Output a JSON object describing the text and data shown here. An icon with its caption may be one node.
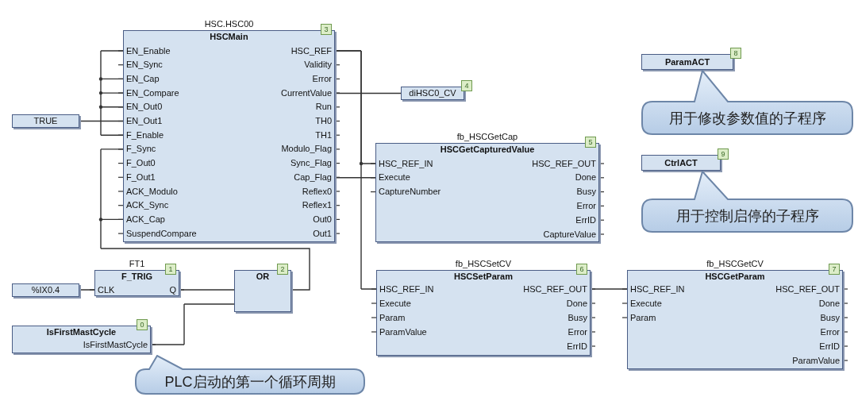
{
  "diagram": {
    "nodes": [
      {
        "text": [
          "HSC.HSC00",
          "HSCMain",
          "EN_Enable",
          "EN_Sync",
          "EN_Cap",
          "EN_Compare",
          "EN_Out0",
          "EN_Out1",
          "F_Enable",
          "F_Sync",
          "F_Out0",
          "F_Out1",
          "ACK_Modulo",
          "ACK_Sync",
          "ACK_Cap",
          "SuspendCompare",
          "HSC_REF",
          "Validity",
          "Error",
          "CurrentValue",
          "Run",
          "TH0",
          "TH1",
          "Modulo_Flag",
          "Sync_Flag",
          "Cap_Flag",
          "Reflex0",
          "Reflex1",
          "Out0",
          "Out1"
        ]
      },
      {
        "text": [
          "3"
        ]
      },
      {
        "text": [
          "TRUE"
        ]
      },
      {
        "text": [
          "diHSC0_CV"
        ]
      },
      {
        "text": [
          "4"
        ]
      },
      {
        "text": [
          "fb_HSCGetCap",
          "HSCGetCapturedValue",
          "HSC_REF_IN",
          "Execute",
          "CaptureNumber",
          "HSC_REF_OUT",
          "Done",
          "Busy",
          "Error",
          "ErrID",
          "CaptureValue"
        ]
      },
      {
        "text": [
          "5"
        ]
      },
      {
        "text": [
          "ParamACT"
        ]
      },
      {
        "text": [
          "8"
        ]
      },
      {
        "text": [
          "用于修改参数值的子程序"
        ]
      },
      {
        "text": [
          "CtrlACT"
        ]
      },
      {
        "text": [
          "9"
        ]
      },
      {
        "text": [
          "用于控制启停的子程序"
        ]
      },
      {
        "text": [
          "FT1",
          "F_TRIG",
          "CLK",
          "Q"
        ]
      },
      {
        "text": [
          "1"
        ]
      },
      {
        "text": [
          "%IX0.4"
        ]
      },
      {
        "text": [
          "OR"
        ]
      },
      {
        "text": [
          "2"
        ]
      },
      {
        "text": [
          "fb_HSCSetCV",
          "HSCSetParam",
          "HSC_REF_IN",
          "Execute",
          "Param",
          "ParamValue",
          "HSC_REF_OUT",
          "Done",
          "Busy",
          "Error",
          "ErrID"
        ]
      },
      {
        "text": [
          "6"
        ]
      },
      {
        "text": [
          "fb_HSCGetCV",
          "HSCGetParam",
          "HSC_REF_IN",
          "Execute",
          "Param",
          "HSC_REF_OUT",
          "Done",
          "Busy",
          "Error",
          "ErrID",
          "ParamValue"
        ]
      },
      {
        "text": [
          "7"
        ]
      },
      {
        "text": [
          "IsFirstMastCycle",
          "IsFirstMastCycle"
        ]
      },
      {
        "text": [
          "0"
        ]
      },
      {
        "text": [
          "PLC启动的第一个循环周期"
        ]
      }
    ],
    "edges": [
      {
        "from": 2,
        "to": 0,
        "arrow": "none"
      },
      {
        "from": 16,
        "to": 0,
        "arrow": "none"
      },
      {
        "from": 15,
        "to": 13,
        "arrow": "none"
      },
      {
        "from": 13,
        "to": 16,
        "arrow": "none"
      },
      {
        "from": 22,
        "to": 16,
        "arrow": "none"
      },
      {
        "from": 0,
        "to": 3,
        "arrow": "none"
      },
      {
        "from": 0,
        "to": 5,
        "arrow": "none"
      },
      {
        "from": 0,
        "to": 18,
        "arrow": "none"
      },
      {
        "from": 0,
        "to": 5,
        "arrow": "none"
      },
      {
        "from": 18,
        "to": 20,
        "arrow": "none"
      }
    ]
  }
}
